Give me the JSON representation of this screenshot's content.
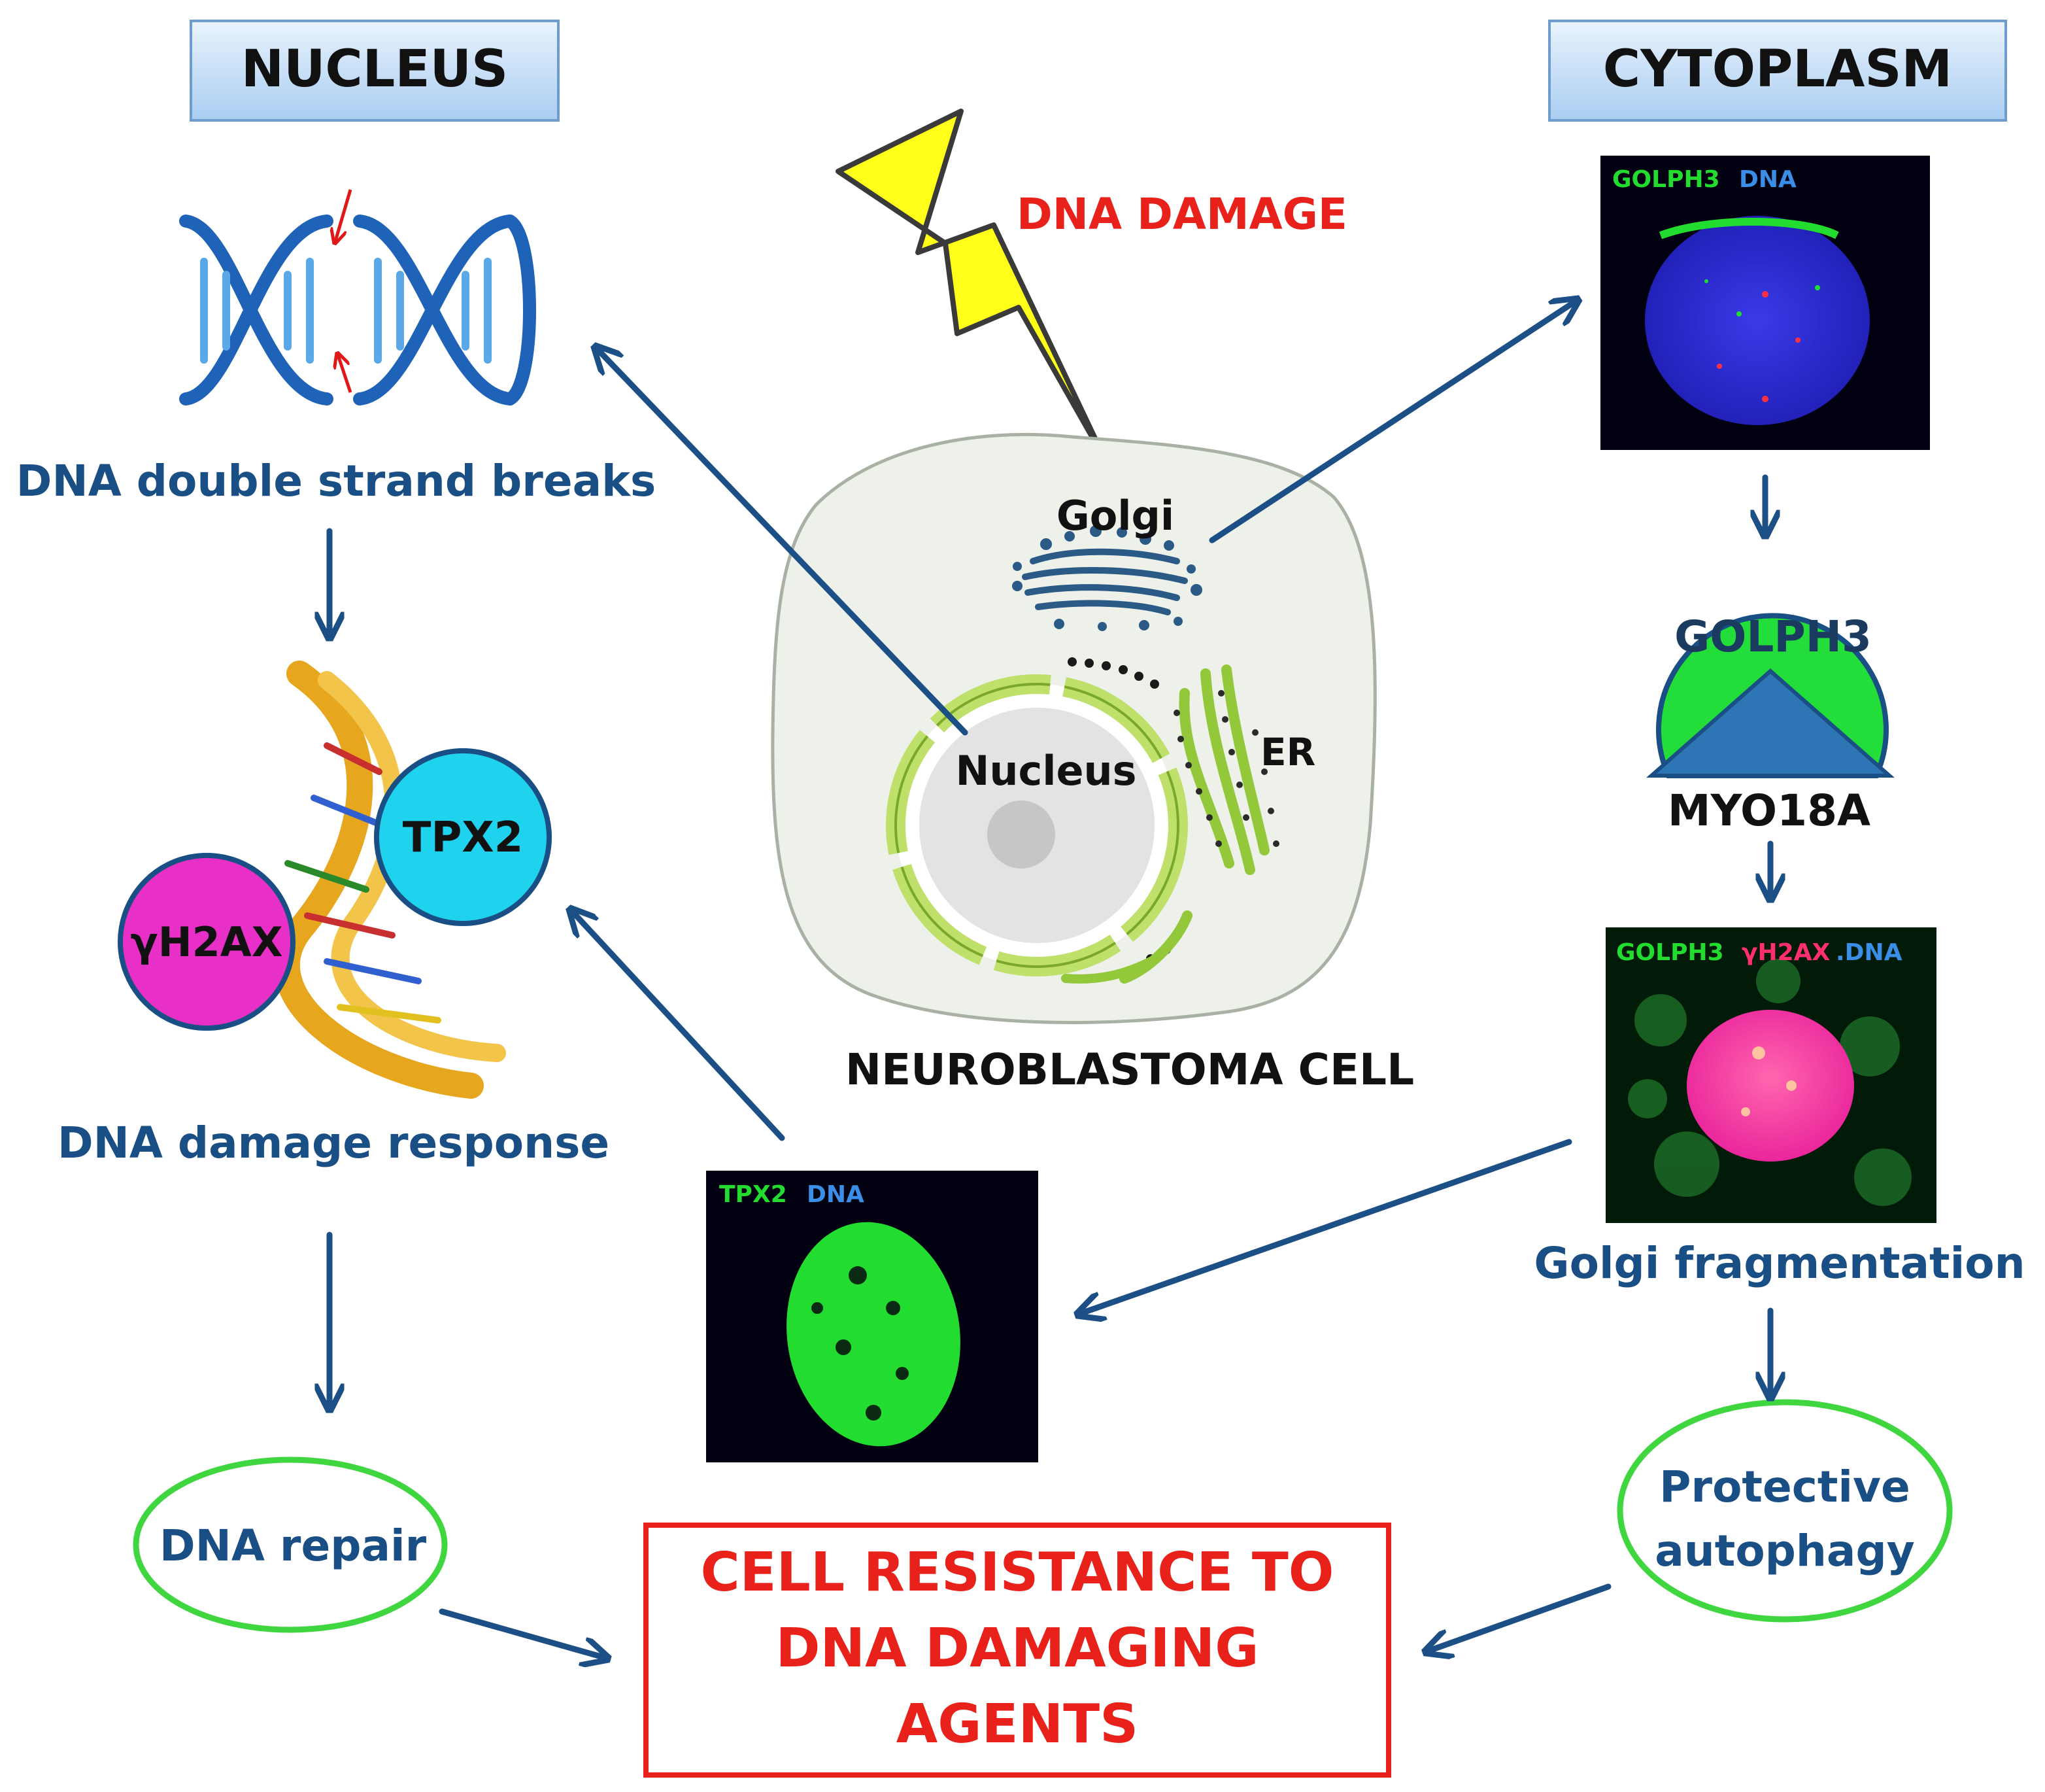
{
  "headers": {
    "nucleus": "NUCLEUS",
    "cytoplasm": "CYTOPLASM"
  },
  "trigger": {
    "label": "DNA DAMAGE"
  },
  "cell": {
    "caption": "NEUROBLASTOMA  CELL",
    "golgi": "Golgi",
    "nucleus": "Nucleus",
    "er": "ER"
  },
  "nucleus_path": {
    "breaks": "DNA double strand breaks",
    "response": "DNA damage response",
    "repair": "DNA repair",
    "proteins": [
      "γH2AX",
      "TPX2"
    ]
  },
  "cytoplasm_path": {
    "micrograph_top": [
      "GOLPH3",
      "DNA"
    ],
    "complex_top": "GOLPH3",
    "complex_bottom": "MYO18A",
    "micrograph_mid": [
      "GOLPH3",
      "γH2AX",
      ".DNA"
    ],
    "fragmentation": "Golgi fragmentation",
    "autophagy": [
      "Protective",
      "autophagy"
    ]
  },
  "micrograph_center": [
    "TPX2",
    "DNA"
  ],
  "outcome": [
    "CELL RESISTANCE TO",
    "DNA DAMAGING",
    "AGENTS"
  ],
  "colors": {
    "arrow": "#1c4f86",
    "text_blue": "#1a4f85",
    "red": "#e8221b",
    "green_oval": "#3fd63f",
    "golph3": "#22dd3a",
    "myo18a": "#2e75b6",
    "gh2ax": "#e82fc8",
    "tpx2": "#1fd3ee",
    "bolt": "#ffff1a",
    "er": "#93c83a"
  }
}
